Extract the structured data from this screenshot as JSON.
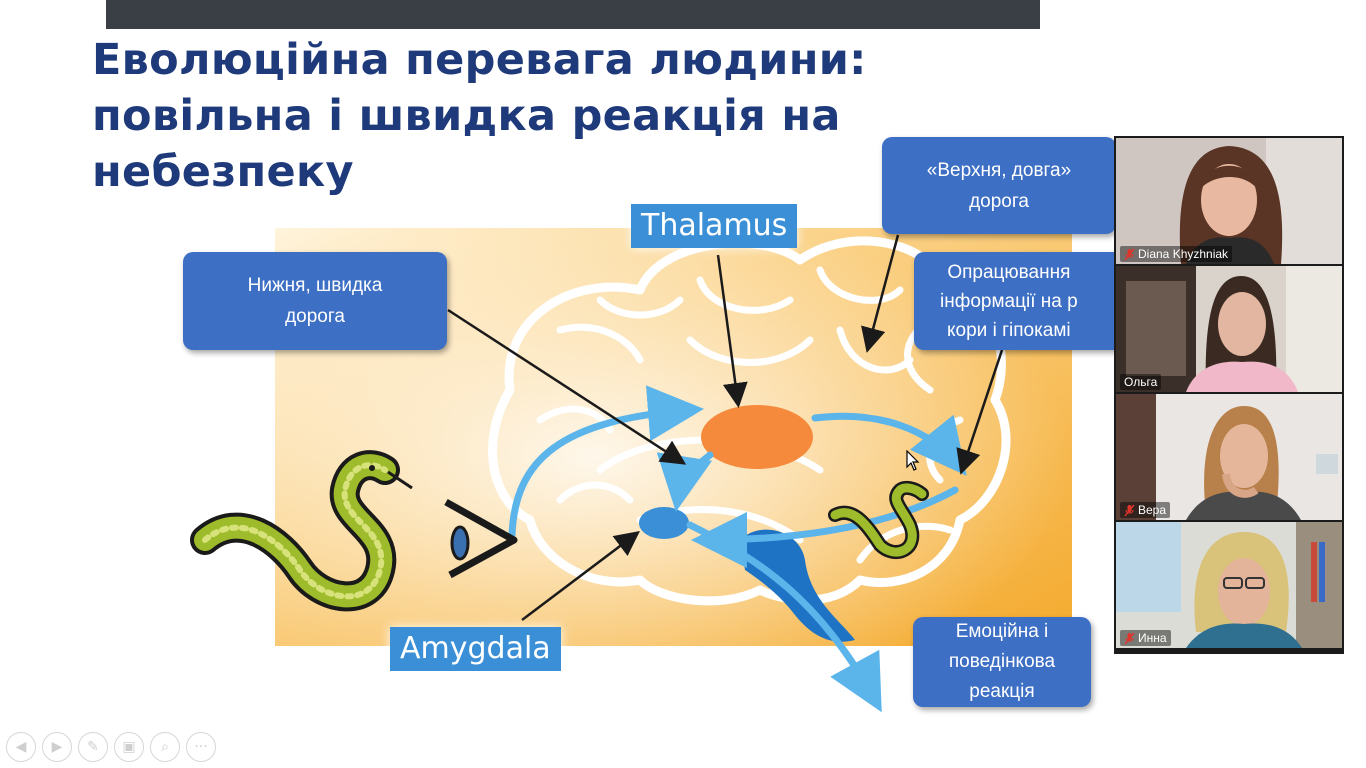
{
  "slide": {
    "title": "Еволюційна перевага людини: повільна і швидка реакція на небезпеку",
    "labels": {
      "thalamus": "Thalamus",
      "amygdala": "Amygdala"
    },
    "callouts": {
      "low_road": [
        "Нижня, швидка",
        "дорога"
      ],
      "high_road": [
        "«Верхня, довга»",
        "дорога"
      ],
      "processing": [
        "Опрацювання",
        "інформації на р",
        "кори і гіпокамі"
      ],
      "reaction": [
        "Емоційна і",
        "поведінкова",
        "реакція"
      ]
    }
  },
  "toolbar": {
    "buttons": [
      {
        "name": "previous-slide-button",
        "icon": "arrow-left-icon",
        "glyph": "◀"
      },
      {
        "name": "next-slide-button",
        "icon": "arrow-right-icon",
        "glyph": "▶"
      },
      {
        "name": "pen-button",
        "icon": "pen-icon",
        "glyph": "✎"
      },
      {
        "name": "slides-button",
        "icon": "slides-icon",
        "glyph": "▣"
      },
      {
        "name": "zoom-button",
        "icon": "magnifier-icon",
        "glyph": "⌕"
      },
      {
        "name": "more-button",
        "icon": "more-icon",
        "glyph": "···"
      }
    ]
  },
  "participants": [
    {
      "name": "Diana Khyzhniak",
      "muted": true,
      "active": false
    },
    {
      "name": "Ольга",
      "muted": false,
      "active": true
    },
    {
      "name": "Вера",
      "muted": true,
      "active": false
    },
    {
      "name": "Инна",
      "muted": true,
      "active": false
    }
  ],
  "colors": {
    "title": "#1f3a7a",
    "callout": "#3d6fc4",
    "label": "#3a8fd6",
    "background_panel": "#f6b64a",
    "active_speaker": "#8ac24a",
    "muted": "#e0352b"
  }
}
